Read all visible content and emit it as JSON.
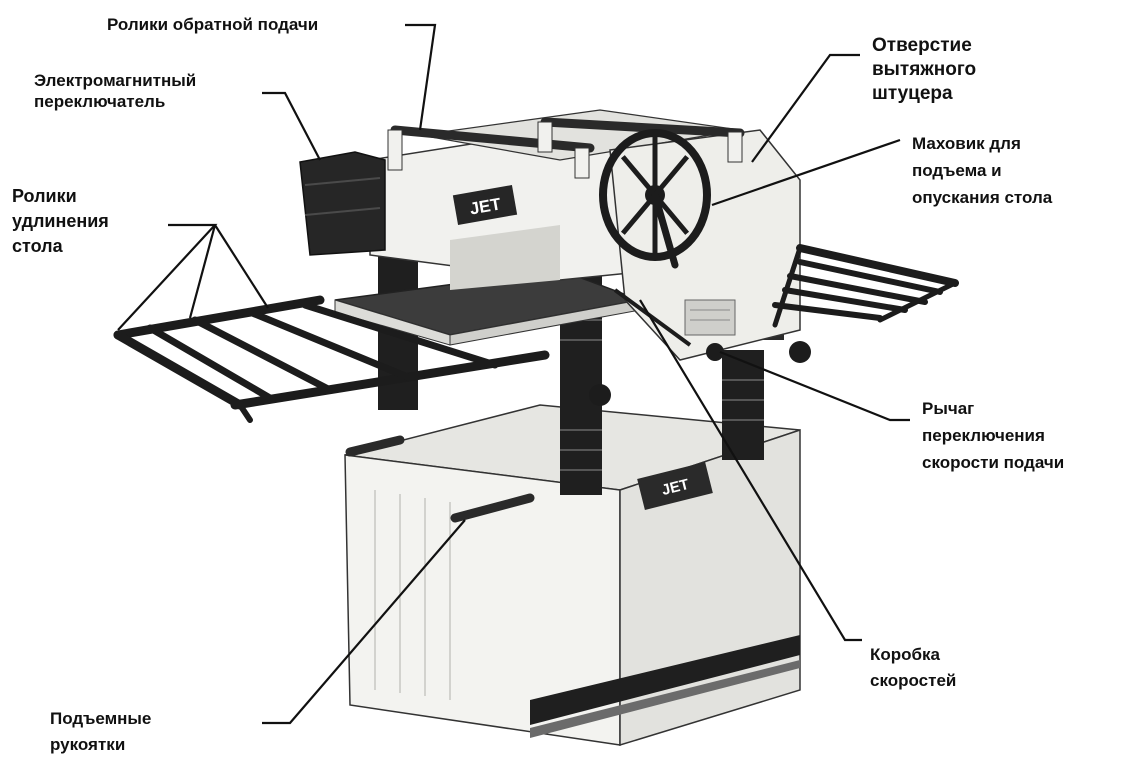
{
  "labels": {
    "return_rollers": [
      "Ролики обратной подачи"
    ],
    "magnetic_switch": [
      "Электромагнитный",
      "переключатель"
    ],
    "extension_rollers": [
      "Ролики",
      "удлинения",
      "стола"
    ],
    "dust_port": [
      "Отверстие",
      "вытяжного",
      "штуцера"
    ],
    "handwheel": [
      "Маховик для",
      "подъема и",
      "опускания стола"
    ],
    "feed_lever": [
      "Рычаг",
      "переключения",
      "скорости подачи"
    ],
    "gearbox": [
      "Коробка",
      "скоростей"
    ],
    "lift_handles": [
      "Подъемные",
      "рукоятки"
    ]
  },
  "brand": {
    "logo_top": "JET",
    "logo_base": "JET"
  },
  "colors": {
    "body": "#f1f1ee",
    "shadow": "#b9b9b4",
    "dark": "#1c1c1c",
    "table": "#3f3f3f",
    "text": "#111111"
  }
}
